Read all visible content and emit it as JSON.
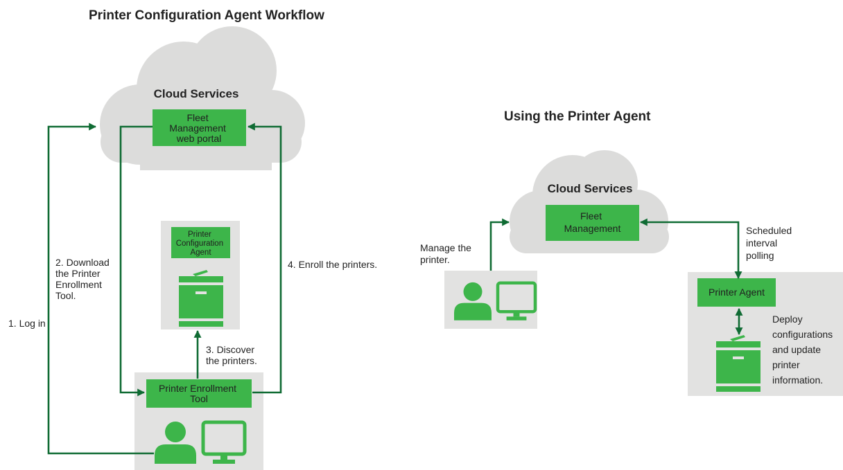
{
  "left": {
    "title": "Printer Configuration Agent Workflow",
    "cloud_title": "Cloud Services",
    "portal_lines": [
      "Fleet",
      "Management",
      "web portal"
    ],
    "agent_lines": [
      "Printer",
      "Configuration",
      "Agent"
    ],
    "enrollment_lines": [
      "Printer Enrollment",
      "Tool"
    ],
    "step1": [
      "1. Log in"
    ],
    "step2": [
      "2. Download",
      "the Printer",
      "Enrollment",
      "Tool."
    ],
    "step3": [
      "3. Discover",
      "the printers."
    ],
    "step4": [
      "4. Enroll the printers."
    ]
  },
  "right": {
    "title": "Using the Printer Agent",
    "cloud_title": "Cloud Services",
    "fleet_lines": [
      "Fleet",
      "Management"
    ],
    "agent_label": "Printer Agent",
    "manage_lines": [
      "Manage the",
      "printer."
    ],
    "polling_lines": [
      "Scheduled",
      "interval",
      "polling"
    ],
    "deploy_lines": [
      "Deploy",
      "configurations",
      "and update",
      "printer",
      "information."
    ]
  },
  "colors": {
    "box_green": "#3db54a",
    "arrow_green": "#0f6b33",
    "cloud_gray": "#dcdcdb",
    "panel_gray": "#e2e2e1"
  },
  "icons": [
    "printer-icon",
    "user-icon",
    "monitor-icon"
  ]
}
